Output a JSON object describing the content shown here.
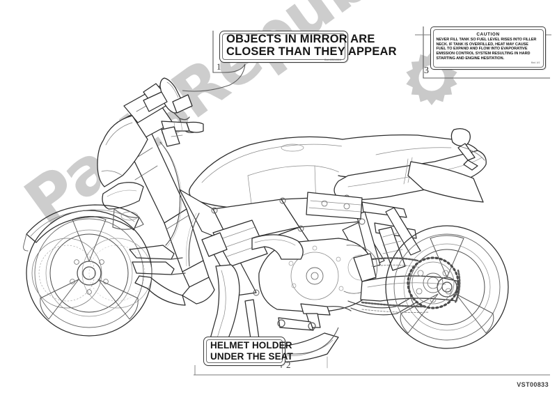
{
  "document": {
    "type": "motorcycle-parts-catalog-plate",
    "reference_code": "VST00833",
    "background_color": "#ffffff",
    "line_color": "#2b2b2b"
  },
  "watermark": {
    "text": "PartsRepublik",
    "color": "#c9c9c9",
    "icon": "gear-icon"
  },
  "labels": [
    {
      "id": "mirror-warning-label",
      "callout": "1",
      "lines": [
        "OBJECTS IN MIRROR ARE",
        "CLOSER THAN THEY APPEAR"
      ],
      "fine_print": "Cod.43511461A"
    },
    {
      "id": "helmet-holder-label",
      "callout": "2",
      "lines": [
        "HELMET HOLDER",
        "UNDER THE SEAT"
      ],
      "fine_print": ""
    },
    {
      "id": "fuel-caution-label",
      "callout": "3",
      "title": "CAUTION",
      "lines": [
        "NEVER FILL TANK SO FUEL LEVEL RISES INTO FILLER",
        "NECK. IF TANK IS OVERFILLED, HEAT MAY CAUSE",
        "FUEL TO EXPAND AND FLOW INTO EVAPORATIVE",
        "EMISSION CONTROL SYSTEM RESULTING IN HARD",
        "STARTING AND ENGINE HESITATION."
      ],
      "fine_print": "Mod. A/1"
    }
  ],
  "callouts": {
    "one": "1",
    "two": "2",
    "three": "3"
  },
  "artwork": {
    "subject": "naked-sport-motorcycle-side-view",
    "description": "Technical line drawing of a motorcycle, left side view"
  }
}
